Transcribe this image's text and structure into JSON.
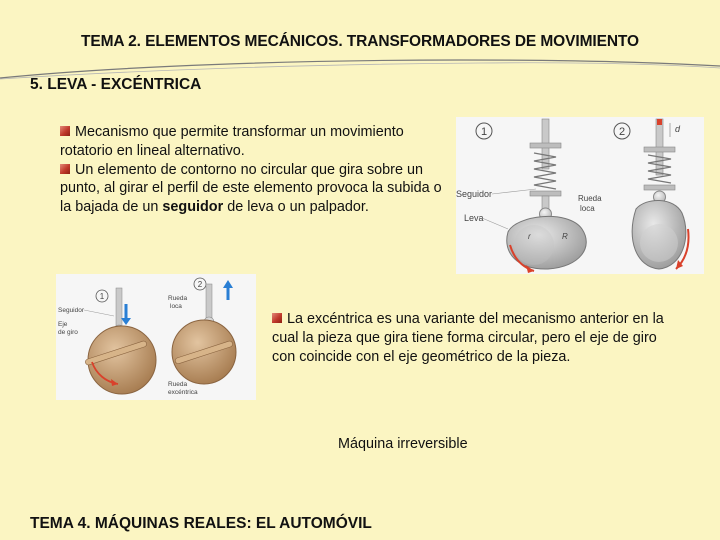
{
  "header": {
    "title": "TEMA 2. ELEMENTOS MECÁNICOS. TRANSFORMADORES DE MOVIMIENTO",
    "subtitle": "5. LEVA - EXCÉNTRICA"
  },
  "content": {
    "para1": "Mecanismo que permite transformar un movimiento rotatorio en lineal alternativo.",
    "para2_before": "Un elemento de contorno no circular que gira sobre un punto, al girar el perfil de este elemento provoca la subida o la bajada de un ",
    "para2_bold": "seguidor",
    "para2_after": " de leva o un palpador.",
    "para3": "La excéntrica es una variante del mecanismo anterior en la cual la pieza que gira tiene forma circular, pero el eje de giro con coincide con el eje geométrico de la pieza.",
    "para4": "Máquina irreversible"
  },
  "figure_leva": {
    "badge1": "1",
    "badge2": "2",
    "label_seguidor": "Seguidor",
    "label_leva": "Leva",
    "label_rueda": "Rueda",
    "label_loca": "loca",
    "label_r": "r",
    "label_R": "R",
    "label_d": "d"
  },
  "figure_excentrica": {
    "badge1": "1",
    "badge2": "2",
    "label_seguidor": "Seguidor",
    "label_eje": "Eje",
    "label_degiro": "de giro",
    "label_rueda_loca_1": "Rueda",
    "label_rueda_loca_2": "loca",
    "label_rueda_exc_1": "Rueda",
    "label_rueda_exc_2": "excéntrica"
  },
  "footer": {
    "text": "TEMA 4. MÁQUINAS REALES: EL AUTOMÓVIL"
  },
  "colors": {
    "background": "#fbf5c2",
    "bullet": "#c0392b",
    "arrow_red": "#d9412b",
    "arrow_blue": "#2a7fd4"
  }
}
